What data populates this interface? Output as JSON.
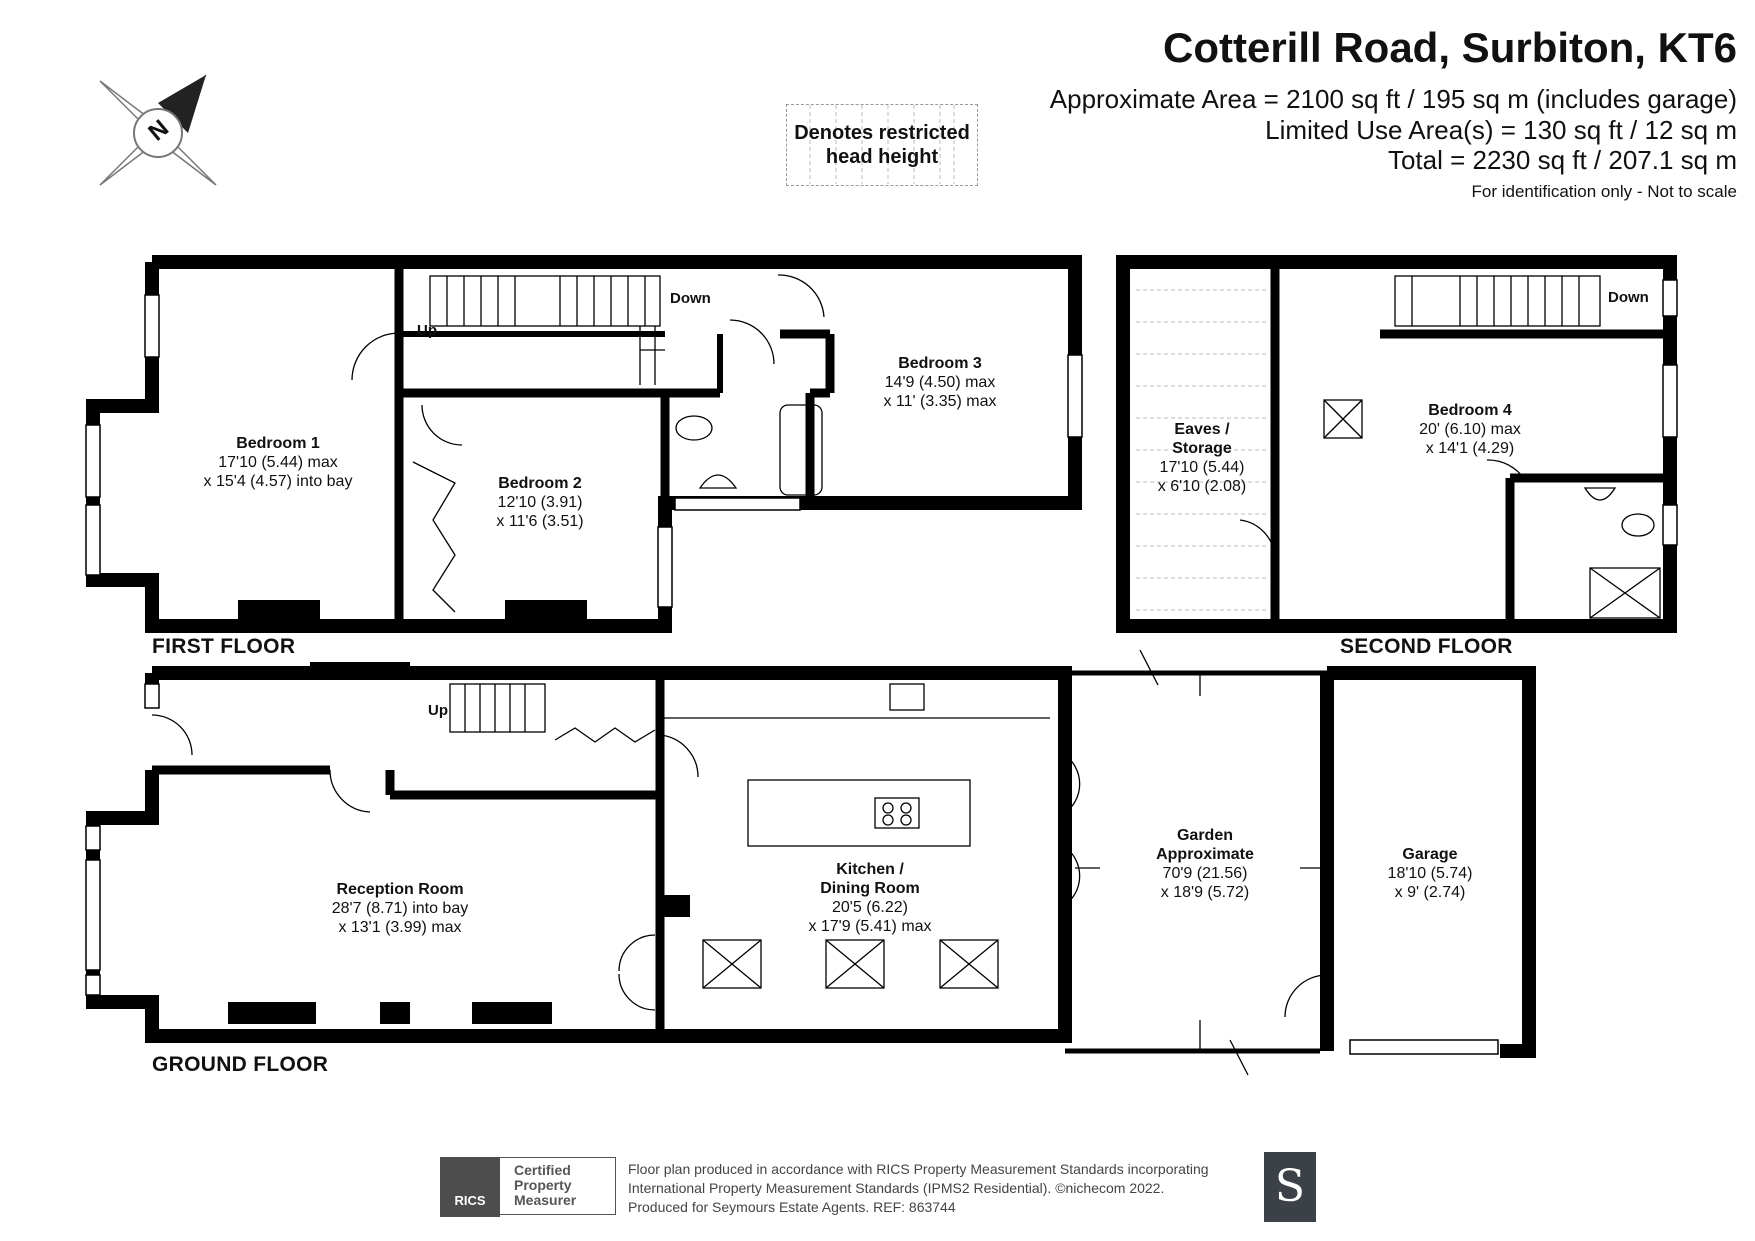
{
  "header": {
    "title": "Cotterill Road, Surbiton, KT6",
    "area_lines": [
      "Approximate Area = 2100 sq ft / 195 sq m (includes garage)",
      "Limited Use Area(s) = 130 sq ft / 12 sq m",
      "Total = 2230 sq ft / 207.1 sq m"
    ],
    "note": "For identification only - Not to scale"
  },
  "compass": {
    "label": "N"
  },
  "legend": {
    "lines": [
      "Denotes restricted",
      "head height"
    ]
  },
  "floors": {
    "first": {
      "label": "FIRST FLOOR",
      "rooms": [
        {
          "name": "Bedroom 1",
          "dims": [
            "17'10 (5.44) max",
            "x 15'4 (4.57) into bay"
          ]
        },
        {
          "name": "Bedroom 2",
          "dims": [
            "12'10 (3.91)",
            "x 11'6 (3.51)"
          ]
        },
        {
          "name": "Bedroom 3",
          "dims": [
            "14'9 (4.50) max",
            "x 11' (3.35) max"
          ]
        }
      ],
      "stairs_up": "Up",
      "stairs_down": "Down"
    },
    "second": {
      "label": "SECOND FLOOR",
      "rooms": [
        {
          "name": "Eaves /",
          "name2": "Storage",
          "dims": [
            "17'10 (5.44)",
            "x 6'10 (2.08)"
          ]
        },
        {
          "name": "Bedroom 4",
          "dims": [
            "20' (6.10) max",
            "x 14'1 (4.29)"
          ]
        }
      ],
      "stairs_down": "Down"
    },
    "ground": {
      "label": "GROUND FLOOR",
      "rooms": [
        {
          "name": "Reception Room",
          "dims": [
            "28'7 (8.71) into bay",
            "x 13'1 (3.99) max"
          ]
        },
        {
          "name": "Kitchen /",
          "name2": "Dining Room",
          "dims": [
            "20'5 (6.22)",
            "x 17'9 (5.41) max"
          ]
        },
        {
          "name": "Garden",
          "name2": "Approximate",
          "dims": [
            "70'9 (21.56)",
            "x 18'9 (5.72)"
          ]
        },
        {
          "name": "Garage",
          "dims": [
            "18'10 (5.74)",
            "x 9' (2.74)"
          ]
        }
      ],
      "stairs_up": "Up"
    }
  },
  "footer": {
    "lines": [
      "Floor plan produced in accordance with RICS Property Measurement Standards incorporating",
      "International Property Measurement Standards (IPMS2 Residential).   ©nichecom 2022.",
      "Produced for Seymours Estate Agents.   REF:  863744"
    ],
    "rics_logo_text": "RICS",
    "rics_cert_lines": [
      "Certified",
      "Property",
      "Measurer"
    ],
    "brand_letter": "S"
  },
  "colors": {
    "wall": "#000000",
    "text": "#111111",
    "muted": "#444444",
    "rics": "#4d4d4d",
    "brand": "#3b4147"
  }
}
